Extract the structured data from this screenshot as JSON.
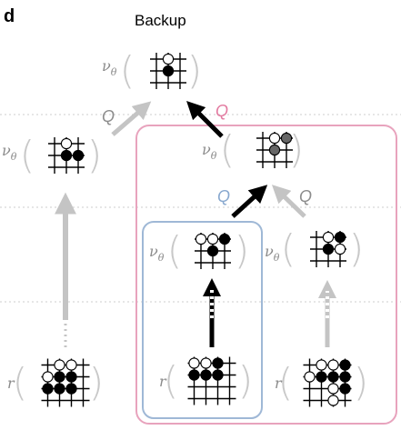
{
  "panel_letter": "d",
  "title": "Backup",
  "value_fn": "ν",
  "value_sub": "θ",
  "rollout_fn": "r",
  "q_label": "Q",
  "colors": {
    "grid": "#000000",
    "dashed_separator": "#cccccc",
    "pink_box": "#e8a3bd",
    "blue_box": "#9fb8d6",
    "q_pink": "#e37aa0",
    "q_blue": "#88a8cf",
    "q_gray": "#8c8c8c",
    "arrow_black": "#000000",
    "arrow_gray": "#c4c4c4",
    "stone_gray": "#666666"
  }
}
